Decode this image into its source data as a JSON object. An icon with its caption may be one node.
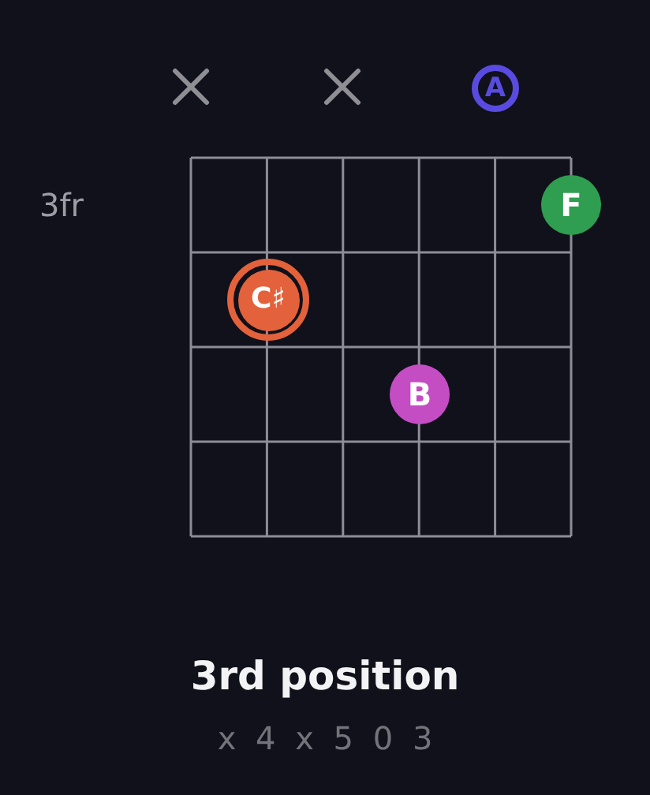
{
  "diagram": {
    "title": "3rd position",
    "caption": "x 4 x 5 0 3",
    "nodes": [
      {
        "text": [
          "A"
        ]
      },
      {
        "text": [
          "F"
        ]
      },
      {
        "text": [
          "C♯"
        ]
      },
      {
        "text": [
          "B"
        ]
      }
    ],
    "labels": [
      "3fr"
    ]
  }
}
